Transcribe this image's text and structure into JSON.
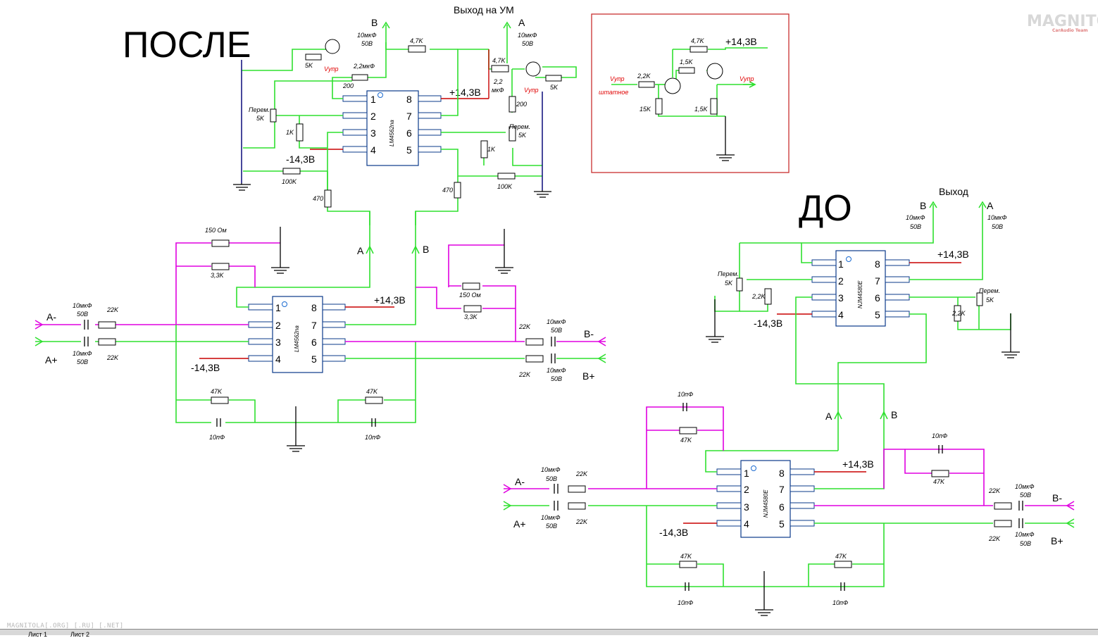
{
  "titles": {
    "after": "ПОСЛЕ",
    "before": "ДО",
    "output_amp": "Выход на УМ",
    "output": "Выход"
  },
  "chips": {
    "after_top": "LM4562na",
    "after_bottom": "LM4562na",
    "before_top": "NJM4580E",
    "before_bottom": "NJM4580E"
  },
  "pins": {
    "p1": "1",
    "p2": "2",
    "p3": "3",
    "p4": "4",
    "p5": "5",
    "p6": "6",
    "p7": "7",
    "p8": "8"
  },
  "supply": {
    "pos": "+14,3В",
    "neg": "-14,3В"
  },
  "signals": {
    "a_minus": "A-",
    "a_plus": "A+",
    "b_minus": "B-",
    "b_plus": "B+",
    "a": "A",
    "b": "B",
    "vupr": "Vупр",
    "vupr_std": "штатное"
  },
  "parts": {
    "c10u": "10мкФ",
    "v50": "50В",
    "r22k": "22K",
    "r47k": "47K",
    "c10p": "10пФ",
    "r150": "150 Ом",
    "r33k": "3,3K",
    "r47k2": "4,7K",
    "r5k": "5K",
    "c22u": "2,2мкФ",
    "r200": "200",
    "pot": "Перем.",
    "r1k": "1K",
    "r100k": "100K",
    "r470": "470",
    "r22k2": "2,2K",
    "r15k": "15K",
    "r15k2": "1,5K",
    "c22a": "2,2",
    "c22b": "мкФ"
  },
  "watermark": {
    "site": "MAGNITOLA[.ORG] [.RU] [.NET]",
    "logo": "MAGNITOLA",
    "logo_sub": "CarAudio Team"
  },
  "tabs": {
    "t1": "Лист 1",
    "t2": "Лист 2"
  },
  "colors": {
    "wire_green": "#2fe02f",
    "wire_magenta": "#e000e0",
    "supply_red": "#c80000",
    "frame_red": "#c83030",
    "chip_blue": "#0a3a8a"
  }
}
